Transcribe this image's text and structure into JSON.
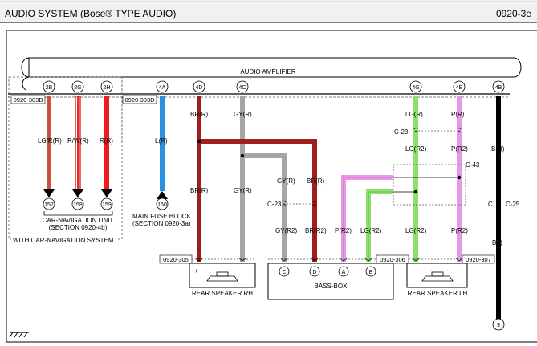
{
  "header": {
    "title": "AUDIO SYSTEM (Bose® TYPE AUDIO)",
    "page_code": "0920-3e"
  },
  "amplifier": {
    "label": "AUDIO AMPLIFIER",
    "pins": [
      "2B",
      "2G",
      "2H",
      "4A",
      "4D",
      "4C",
      "4G",
      "4E",
      "4B"
    ]
  },
  "connector_refs": {
    "left": "0920-303B",
    "mid": "0920-303D",
    "rh": "0920-305",
    "bass": "0920-306",
    "lh": "0920-307"
  },
  "car_nav_wires": [
    {
      "pin": "2B",
      "label": "LG/R(R)",
      "dest": "157",
      "color": "#b8622c"
    },
    {
      "pin": "2G",
      "label": "R/W(R)",
      "dest": "158",
      "color": "#e53030"
    },
    {
      "pin": "2H",
      "label": "R(R)",
      "dest": "159",
      "color": "#ee1c1c"
    }
  ],
  "car_nav_unit": {
    "line1": "CAR-NAVIGATION UNIT",
    "line2": "(SECTION 0920-4b)",
    "option_label": "WITH CAR-NAVIGATION SYSTEM"
  },
  "fuse_wire": {
    "pin": "4A",
    "label": "L(R)",
    "dest": "160",
    "color": "#2b8fe0"
  },
  "fuse_block": {
    "line1": "MAIN FUSE BLOCK",
    "line2": "(SECTION 0920-3a)"
  },
  "rear_rh": {
    "wire_4d_top": "BR(R)",
    "wire_4d_bottom": "BR(R)",
    "wire_4c_top": "GY(R)",
    "wire_4c_bottom": "GY(R)",
    "speaker_label": "REAR SPEAKER RH",
    "plus": "+",
    "minus": "−"
  },
  "bass_box": {
    "label": "BASS-BOX",
    "splice": "C-23",
    "gy_top": "GY(R)",
    "br_top": "BR(R)",
    "gy_bottom": "GY(R2)",
    "br_bottom": "BR(R2)",
    "p_label": "P(R2)",
    "lg_label": "LG(R2)",
    "terminals": [
      "C",
      "D",
      "A",
      "B"
    ]
  },
  "rear_lh": {
    "lg_top": "LG(R)",
    "p_top": "P(R)",
    "splice_c23": "C-23",
    "lg_mid": "LG(R2)",
    "p_mid": "P(R2)",
    "splice_c43": "C-43",
    "lg_bottom": "LG(R2)",
    "p_bottom": "P(R2)",
    "speaker_label": "REAR SPEAKER LH",
    "plus": "+",
    "minus": "−"
  },
  "ground_wire": {
    "label_top": "B(R)",
    "splice": "C-25",
    "splice_letter": "C",
    "label_bottom": "B(I)",
    "dest": "9"
  },
  "colors": {
    "brown": "#a01e1e",
    "gray": "#a6a6a6",
    "pink": "#e896e8",
    "green": "#8ee06a",
    "blue": "#2b8fe0",
    "red": "#ee1c1c",
    "black": "#000000"
  }
}
